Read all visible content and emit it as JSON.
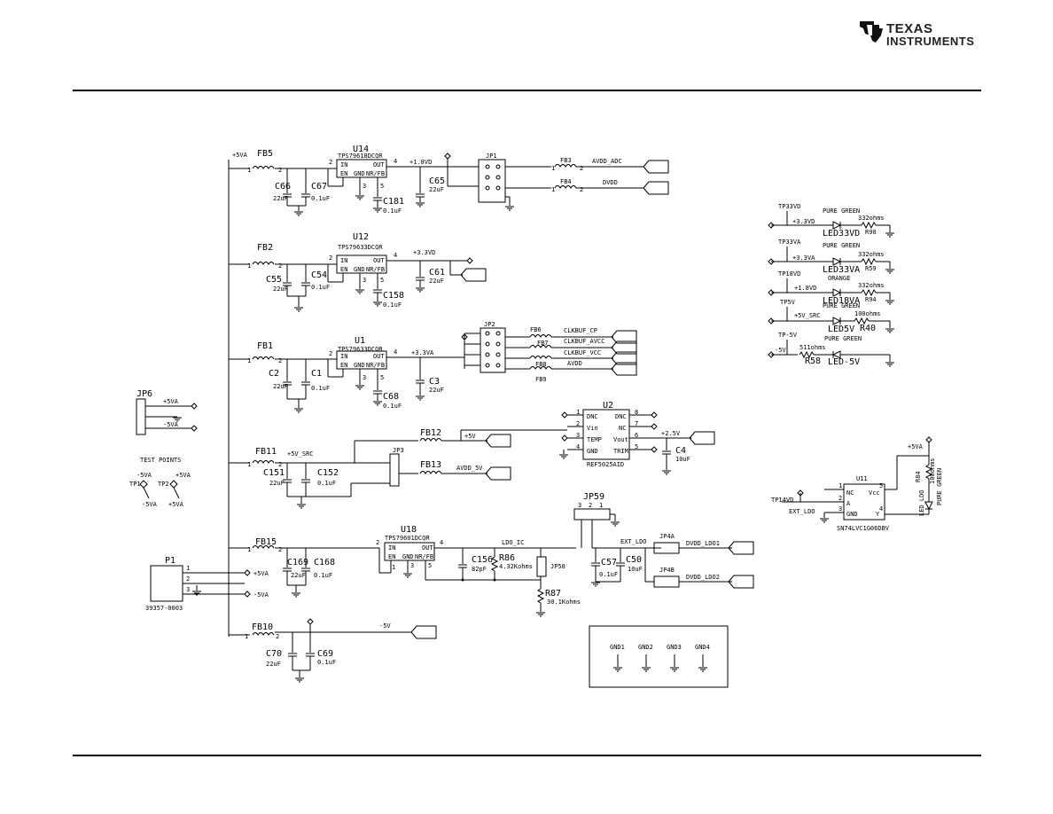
{
  "header": {
    "logo_line1": "TEXAS",
    "logo_line2": "INSTRUMENTS"
  },
  "blocks": {
    "u14": {
      "ref": "U14",
      "part": "TPS79618DCQR",
      "in": "+5VA",
      "fb": "FB5",
      "cap1": "C66",
      "cap1v": "22uF",
      "cap2": "C67",
      "cap2v": "0.1uF",
      "out": "+1.8VD",
      "c_out": "C65",
      "c_outv": "22uF",
      "c_nr": "C181",
      "c_nrv": "0.1uF"
    },
    "u12": {
      "ref": "U12",
      "part": "TPS79633DCQR",
      "fb": "FB2",
      "cap1": "C55",
      "cap1v": "22uF",
      "cap2": "C54",
      "cap2v": "0.1uF",
      "out": "+3.3VD",
      "c_out": "C61",
      "c_outv": "22uF",
      "c_nr": "C158",
      "c_nrv": "0.1uF"
    },
    "u1": {
      "ref": "U1",
      "part": "TPS79633DCQR",
      "fb": "FB1",
      "cap1": "C2",
      "cap1v": "22uF",
      "cap2": "C1",
      "cap2v": "0.1uF",
      "out": "+3.3VA",
      "c_out": "C3",
      "c_outv": "22uF",
      "c_nr": "C68",
      "c_nrv": "0.1uF"
    },
    "pins": {
      "in": "IN",
      "out": "OUT",
      "en": "EN",
      "gnd": "GND",
      "nrfb": "NR/FB",
      "p1": "1",
      "p2": "2",
      "p3": "3",
      "p4": "4",
      "p5": "5",
      "p6": "6",
      "p7": "7",
      "p8": "8"
    },
    "jp1": {
      "ref": "JP1",
      "fb3": "FB3",
      "fb4": "FB4",
      "net1": "AVDD_ADC",
      "net2": "DVDD"
    },
    "jp2": {
      "ref": "JP2",
      "fb6": "FB6",
      "fb7": "FB7",
      "fb8": "FB8",
      "fb9": "FB9",
      "net1": "CLKBUF_CP",
      "net2": "CLKBUF_AVCC",
      "net3": "CLKBUF_VCC",
      "net4": "AVDD"
    },
    "jp6": {
      "ref": "JP6",
      "net1": "+5VA",
      "net2": "-5VA"
    },
    "test_points": {
      "title": "TEST POINTS",
      "tp1": "TP1",
      "tp2": "TP2",
      "n1": "-5VA",
      "n2": "+5VA",
      "n3": "-5VA",
      "n4": "+5VA"
    },
    "fb11": {
      "ref": "FB11",
      "net": "+5V_SRC",
      "c1": "C151",
      "c1v": "22uF",
      "c2": "C152",
      "c2v": "0.1uF",
      "jp": "JP3",
      "fb12": "FB12",
      "fb13": "FB13",
      "out1": "+5V",
      "out2": "AVDD_5V"
    },
    "u2": {
      "ref": "U2",
      "part": "REF5025AID",
      "dnc": "DNC",
      "vin": "Vin",
      "temp": "TEMP",
      "gnd": "GND",
      "nc": "NC",
      "vout": "Vout",
      "trim": "TRIM",
      "out": "+2.5V",
      "cap": "C4",
      "capv": "10uF"
    },
    "p1": {
      "ref": "P1",
      "part": "39357-0003",
      "n1": "+5VA",
      "n2": "-5VA"
    },
    "fb15": {
      "ref": "FB15",
      "c1": "C169",
      "c1v": "22uF",
      "c2": "C168",
      "c2v": "0.1uF"
    },
    "u18": {
      "ref": "U18",
      "part": "TPS79601DCQR",
      "fbpin": "NR/FB",
      "ldo": "LDO_IC",
      "c1": "C156",
      "c1v": "82pF",
      "r1": "R86",
      "r1v": "4.32Kohms",
      "r2": "R87",
      "r2v": "30.1Kohms",
      "jp": "JP58"
    },
    "jp59": {
      "ref": "JP59",
      "ext": "EXT_LDO",
      "c1": "C57",
      "c1v": "0.1uF",
      "c2": "C50",
      "c2v": "10uF",
      "jp4a": "JP4A",
      "jp4b": "JP4B",
      "out1": "DVDD_LDO1",
      "out2": "DVDD_LDO2"
    },
    "fb10": {
      "ref": "FB10",
      "c1": "C70",
      "c1v": "22uF",
      "c2": "C69",
      "c2v": "0.1uF",
      "net": "-5V"
    },
    "gnds": [
      "GND1",
      "GND2",
      "GND3",
      "GND4"
    ],
    "leds": [
      {
        "tp": "TP33VD",
        "net": "+3.3VD",
        "color": "PURE GREEN",
        "led": "LED33VD",
        "r": "332ohms",
        "rref": "R90"
      },
      {
        "tp": "TP33VA",
        "net": "+3.3VA",
        "color": "PURE GREEN",
        "led": "LED33VA",
        "r": "332ohms",
        "rref": "R59"
      },
      {
        "tp": "TP18VD",
        "net": "+1.8VD",
        "color": "ORANGE",
        "led": "LED18VA",
        "r": "332ohms",
        "rref": "R94"
      },
      {
        "tp": "TP5V",
        "net": "+5V_SRC",
        "color": "PURE GREEN",
        "led": "LED5V",
        "r": "100ohms",
        "rref": "R40"
      },
      {
        "tp": "TP-5V",
        "net": "-5V",
        "color": "PURE GREEN",
        "led": "LED-5V",
        "r": "511ohms",
        "rref": "R58"
      }
    ],
    "u11": {
      "ref": "U11",
      "part": "SN74LVC1G06DBV",
      "tp": "TP14VD",
      "net": "EXT_LDO",
      "vcc": "+5VA",
      "nc": "NC",
      "a": "A",
      "gnd": "GND",
      "vccpin": "Vcc",
      "y": "Y",
      "led": "LED_LDO",
      "r": "R84",
      "rv": "100ohms",
      "color": "PURE GREEN"
    }
  }
}
